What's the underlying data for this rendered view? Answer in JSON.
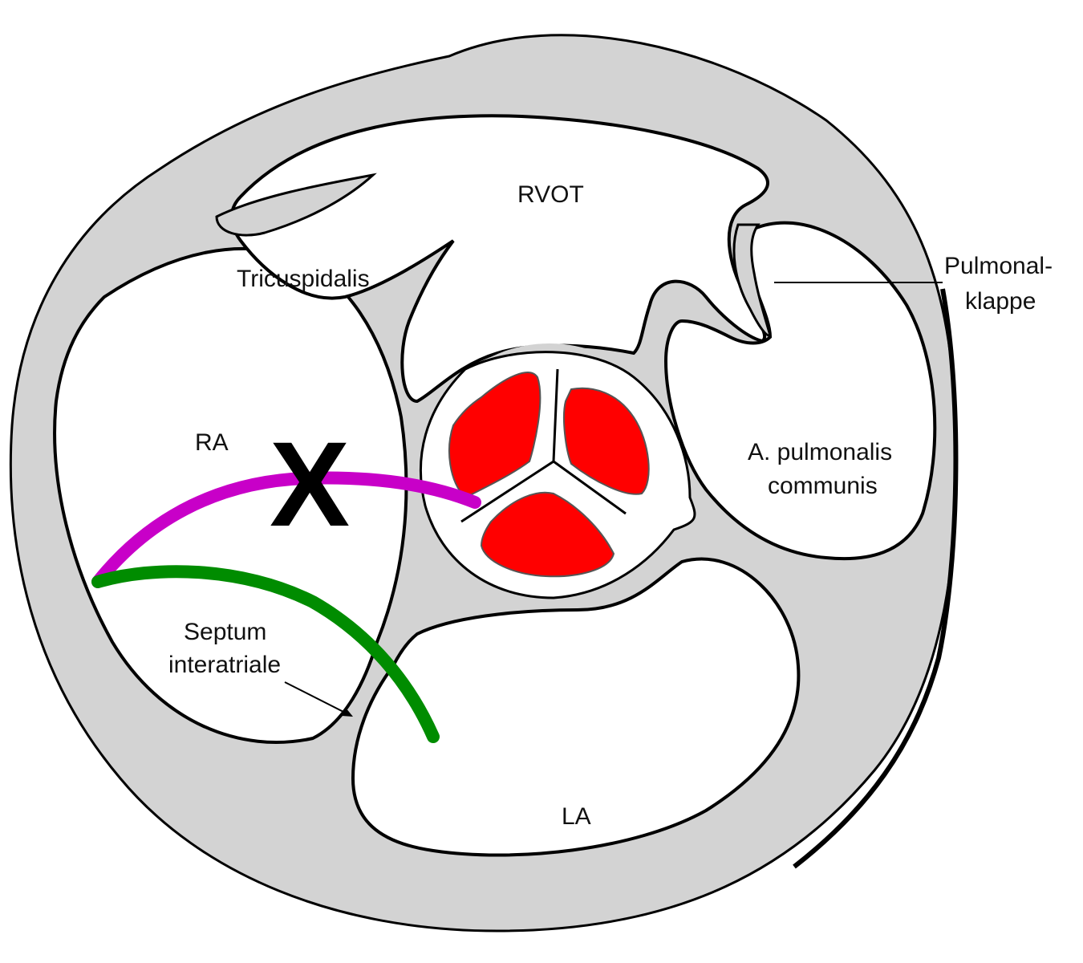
{
  "labels": {
    "rvot": "RVOT",
    "tricuspidalis": "Tricuspidalis",
    "pulmonal_line1": "Pulmonal-",
    "pulmonal_line2": "klappe",
    "ra": "RA",
    "a_pulm_line1": "A. pulmonalis",
    "a_pulm_line2": "communis",
    "septum_line1": "Septum",
    "septum_line2": "interatriale",
    "la": "LA",
    "x_mark": "X"
  },
  "colors": {
    "myocardium": "#d3d3d3",
    "outline": "#000000",
    "aortic_cusps": "#ff0000",
    "magenta_path": "#c800c8",
    "green_path": "#008c00",
    "chamber": "#ffffff"
  }
}
